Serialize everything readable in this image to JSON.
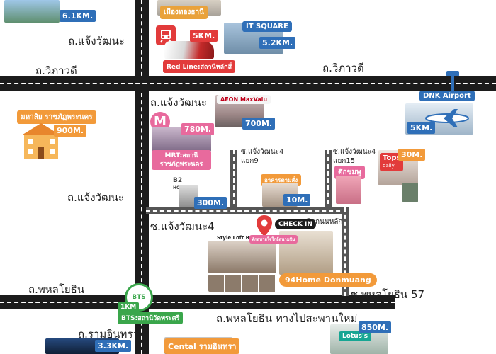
{
  "roads": {
    "chaeng_top": "ถ.แจ้งวัฒนะ",
    "vibhavadi_left": "ถ.วิภาวดี",
    "vibhavadi_right": "ถ.วิภาวดี",
    "chaeng_mid": "ถ.แจ้งวัฒนะ",
    "chaeng_left": "ถ.แจ้งวัฒนะ",
    "soi4_9": "ซ.แจ้งวัฒนะ4\nแยก9",
    "soi4_15": "ซ.แจ้งวัฒนะ4\nแยก15",
    "soi4": "ซ.แจ้งวัฒนะ4",
    "phahon_left": "ถ.พหลโยธิน",
    "phahon_57": "ซ.พหลโยธิน 57",
    "phahon_bottom": "ถ.พหลโยธิน ทางไปสะพานใหม่",
    "ramintra": "ถ.รามอินทรา",
    "near_main": "ติดถนนหลัก"
  },
  "places": {
    "top_left_distance": "6.1KM.",
    "muang_thong": "เมืองทองธานี",
    "red_line_label": "Red Line:สถานีหลักสี่",
    "red_line_distance": "5KM.",
    "it_square": "IT SQUARE",
    "it_square_distance": "5.2KM.",
    "maxvalu_brand": "AEON MaxValu",
    "maxvalu_distance": "700M.",
    "dnk_airport": "DNK Airport",
    "dnk_distance": "5KM.",
    "university": "มหาลัย ราชภัฏพระนคร",
    "university_distance": "900M.",
    "mrt_label": "MRT:สถานีราชภัฏพระนคร",
    "mrt_distance": "780M.",
    "mrt_letter": "M",
    "tops": "Tops",
    "tops_sub": "daily",
    "tops_distance": "30M.",
    "tuk_chompu": "ตึกชมพู",
    "arkarn": "อาคารตามสั่ง",
    "arkarn_distance": "10M.",
    "b2": "B2",
    "b2_sub": "HOTEL",
    "b2_distance": "300M.",
    "check_in": "CHECK IN",
    "hotel_banner": "Style Loft Bed",
    "hotel_banner2": "พักสบายใจใกล้สนามบิน",
    "hotel_name": "94Home Donmuang",
    "bts_label": "BTS:สถานีวัดพระศรี",
    "bts_distance": "1KM",
    "bts_logo": "BTS",
    "ramintra_distance": "3.3KM.",
    "central": "Cental รามอินทรา",
    "lotus": "Lotus's",
    "lotus_distance": "850M."
  },
  "colors": {
    "red_line": "#e23b3b",
    "mrt": "#e86a9d",
    "bts": "#3aa64b",
    "blue_badge": "#2f6fb8",
    "orange_badge": "#f29a3a"
  }
}
